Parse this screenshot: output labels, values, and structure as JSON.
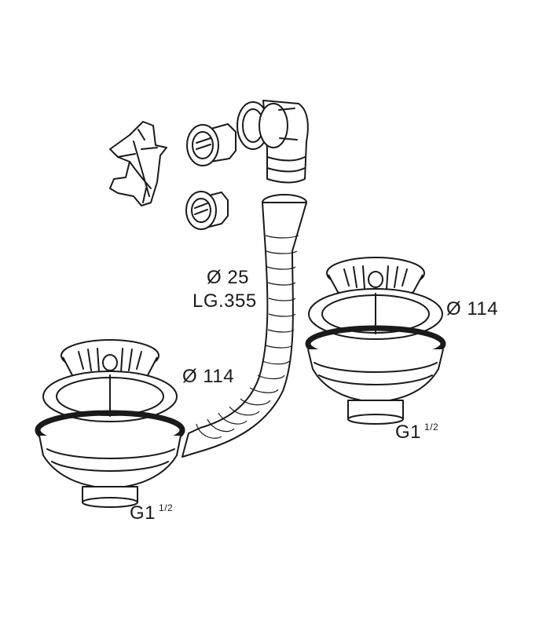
{
  "labels": {
    "hose_diameter": "Ø 25",
    "hose_length": "LG.355",
    "basket_left_diameter": "Ø 114",
    "basket_right_diameter": "Ø 114",
    "thread_left": "G1",
    "thread_left_fraction": "1/2",
    "thread_right": "G1",
    "thread_right_fraction": "1/2"
  },
  "colors": {
    "ink": "#1a1a1a",
    "background": "#ffffff",
    "shade": "#d9d9d9"
  }
}
